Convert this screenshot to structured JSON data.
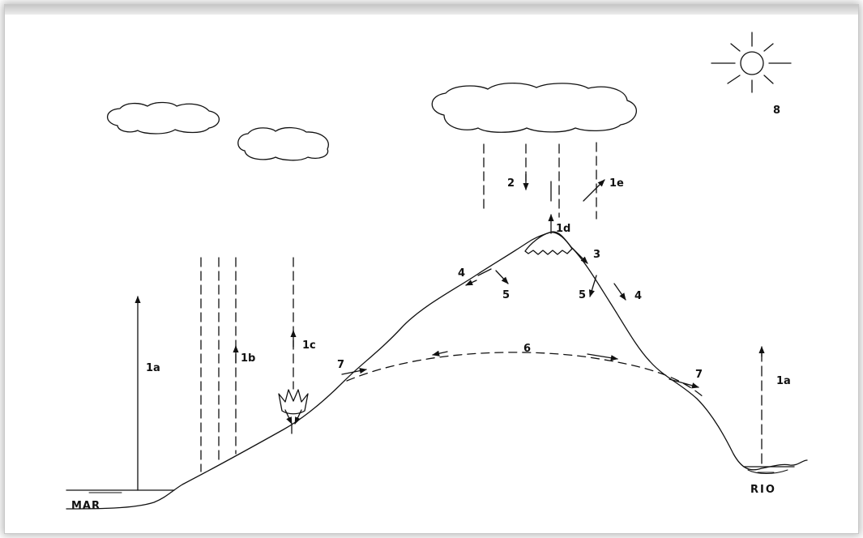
{
  "labels": {
    "l1a_left": "1a",
    "l1b": "1b",
    "l1c": "1c",
    "l1d": "1d",
    "l1e": "1e",
    "l2": "2",
    "l3": "3",
    "l4_left": "4",
    "l4_right": "4",
    "l5_left": "5",
    "l5_right": "5",
    "l6": "6",
    "l7_left": "7",
    "l7_right": "7",
    "l8": "8",
    "l1a_right": "1a",
    "mar": "MAR",
    "rio": "RIO"
  },
  "icons": [
    "sun-icon",
    "cloud-icon",
    "fire-icon",
    "snow-cap-icon"
  ],
  "colors": {
    "ink": "#111111",
    "background": "#ffffff"
  }
}
